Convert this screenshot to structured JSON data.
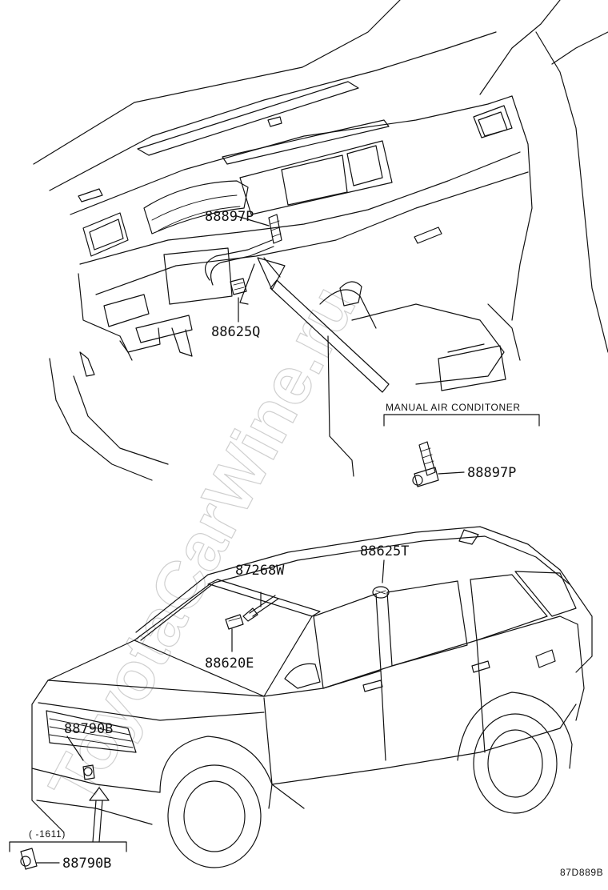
{
  "watermark": "ToyotaCarWine.ru",
  "labels": {
    "dash_sensor": "88897P",
    "dash_connector": "88625Q",
    "manual_ac_header": "MANUAL AIR CONDITONER",
    "manual_ac_sensor": "88897P",
    "roof_sensor": "88625T",
    "solar_wire": "87268W",
    "mirror_sensor": "88620E",
    "front_sensor": "88790B",
    "date_range": "( -1611)",
    "front_sensor_variant": "88790B",
    "diagram_code": "87D889B"
  }
}
